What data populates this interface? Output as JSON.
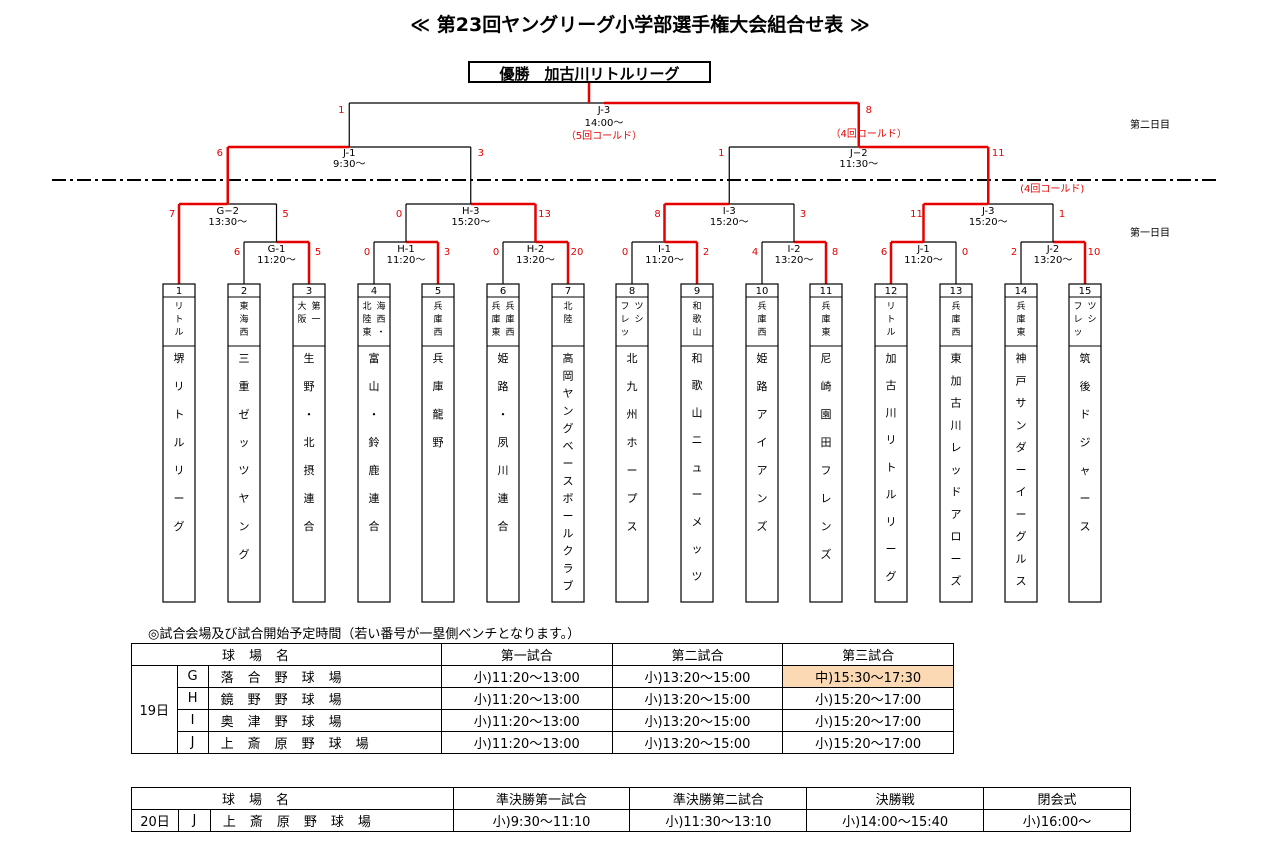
{
  "title": "≪ 第23回ヤングリーグ小学部選手権大会組合せ表 ≫",
  "champion": "優勝　加古川リトルリーグ",
  "day_labels": {
    "day2": "第二日目",
    "day1": "第一日目"
  },
  "final": {
    "label": "J-3",
    "time": "14:00〜",
    "note": "（5回コールド）",
    "left_score": "1",
    "right_score": "8"
  },
  "semis": [
    {
      "label": "J-1",
      "time": "9:30〜",
      "left_score": "6",
      "right_score": "3",
      "note": ""
    },
    {
      "label": "J−2",
      "time": "11:30〜",
      "left_score": "1",
      "right_score": "11",
      "note": "（4回コールド）",
      "note2": "(4回コールド)"
    }
  ],
  "qf": [
    {
      "label": "G−2",
      "time": "13:30〜",
      "l": "7",
      "r": "5"
    },
    {
      "label": "H-3",
      "time": "15:20〜",
      "l": "0",
      "r": "13"
    },
    {
      "label": "I-3",
      "time": "15:20〜",
      "l": "8",
      "r": "3"
    },
    {
      "label": "J-3",
      "time": "15:20〜",
      "l": "11",
      "r": "1"
    }
  ],
  "r1": [
    {
      "label": "G-1",
      "time": "11:20〜",
      "l": "6",
      "r": "5"
    },
    {
      "label": "H-1",
      "time": "11:20〜",
      "l": "0",
      "r": "3"
    },
    {
      "label": "H-2",
      "time": "13:20〜",
      "l": "0",
      "r": "20"
    },
    {
      "label": "I-1",
      "time": "11:20〜",
      "l": "0",
      "r": "2"
    },
    {
      "label": "I-2",
      "time": "13:20〜",
      "l": "4",
      "r": "8"
    },
    {
      "label": "J-1",
      "time": "11:20〜",
      "l": "6",
      "r": "0"
    },
    {
      "label": "J-2",
      "time": "13:20〜",
      "l": "2",
      "r": "10"
    }
  ],
  "teams": [
    {
      "no": "1",
      "region": "リトル",
      "name": "堺リトルリーグ"
    },
    {
      "no": "2",
      "region": "東海西",
      "name": "三重ゼッツヤング"
    },
    {
      "no": "3",
      "region": "大阪第一",
      "name": "生野・北摂連合"
    },
    {
      "no": "4",
      "region": "北陸東海西・",
      "name": "富山・鈴鹿連合"
    },
    {
      "no": "5",
      "region": "兵庫西",
      "name": "兵庫龍野"
    },
    {
      "no": "6",
      "region": "兵庫東兵庫西",
      "name": "姫路・夙川連合"
    },
    {
      "no": "7",
      "region": "北陸",
      "name": "高岡ヤングベースボールクラブ"
    },
    {
      "no": "8",
      "region": "フレッツシ",
      "name": "北九州ホープス"
    },
    {
      "no": "9",
      "region": "和歌山",
      "name": "和歌山ニューメッツ"
    },
    {
      "no": "10",
      "region": "兵庫西",
      "name": "姫路アイアンズ"
    },
    {
      "no": "11",
      "region": "兵庫東",
      "name": "尼崎園田フレンズ"
    },
    {
      "no": "12",
      "region": "リトル",
      "name": "加古川リトルリーグ"
    },
    {
      "no": "13",
      "region": "兵庫西",
      "name": "東加古川レッドアローズ"
    },
    {
      "no": "14",
      "region": "兵庫東",
      "name": "神戸サンダーイーグルス"
    },
    {
      "no": "15",
      "region": "フレッツシ",
      "name": "筑後ドジャース"
    }
  ],
  "note": "◎試合会場及び試合開始予定時間（若い番号が一塁側ベンチとなります。）",
  "table1": {
    "headers": [
      "球場名",
      "第一試合",
      "第二試合",
      "第三試合"
    ],
    "day": "19日",
    "rows": [
      {
        "code": "G",
        "venue": "落合野球場",
        "g1": "小)11:20〜13:00",
        "g2": "小)13:20〜15:00",
        "g3": "中)15:30〜17:30"
      },
      {
        "code": "H",
        "venue": "鏡野野球場",
        "g1": "小)11:20〜13:00",
        "g2": "小)13:20〜15:00",
        "g3": "小)15:20〜17:00"
      },
      {
        "code": "I",
        "venue": "奥津野球場",
        "g1": "小)11:20〜13:00",
        "g2": "小)13:20〜15:00",
        "g3": "小)15:20〜17:00"
      },
      {
        "code": "J",
        "venue": "上斎原野球場",
        "g1": "小)11:20〜13:00",
        "g2": "小)13:20〜15:00",
        "g3": "小)15:20〜17:00"
      }
    ]
  },
  "table2": {
    "headers": [
      "球場名",
      "準決勝第一試合",
      "準決勝第二試合",
      "決勝戦",
      "閉会式"
    ],
    "row": {
      "day": "20日",
      "code": "J",
      "venue": "上斎原野球場",
      "g1": "小)9:30〜11:10",
      "g2": "小)11:30〜13:10",
      "g3": "小)14:00〜15:40",
      "g4": "小)16:00〜"
    }
  },
  "colors": {
    "win": "#e60000",
    "line": "#000000",
    "highlight": "#fbd9b5"
  }
}
